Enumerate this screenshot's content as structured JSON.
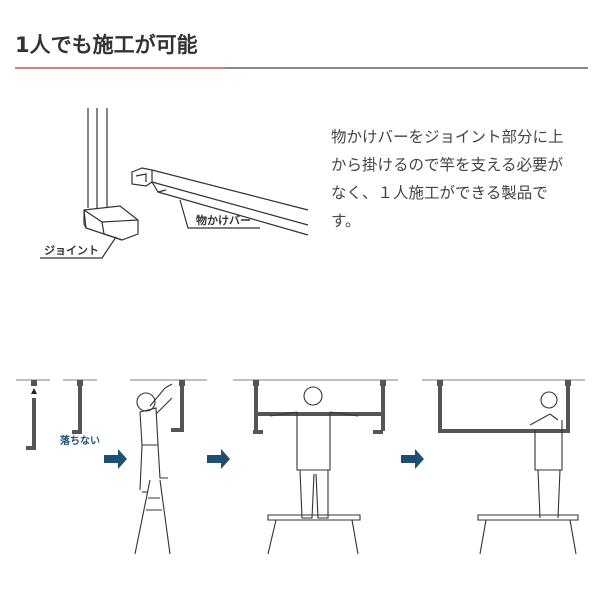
{
  "heading": {
    "title": "1人でも施工が可能",
    "underline_accent": "#e07b7b",
    "underline_base": "#8a8a8a"
  },
  "description": {
    "lines": [
      "物かけバーをジョイント部分に上",
      "から掛けるので竿を支える必要が",
      "なく、１人施工ができる製品で",
      "す。"
    ]
  },
  "diagram": {
    "joint_label": "ジョイント",
    "bar_label": "物かけバー"
  },
  "steps": {
    "caption_no_fall": "落ちない",
    "arrow_color": "#1d4f72",
    "panels": [
      {
        "name": "pole-insert"
      },
      {
        "name": "ladder-attach"
      },
      {
        "name": "bar-hang"
      },
      {
        "name": "bar-complete"
      }
    ]
  }
}
